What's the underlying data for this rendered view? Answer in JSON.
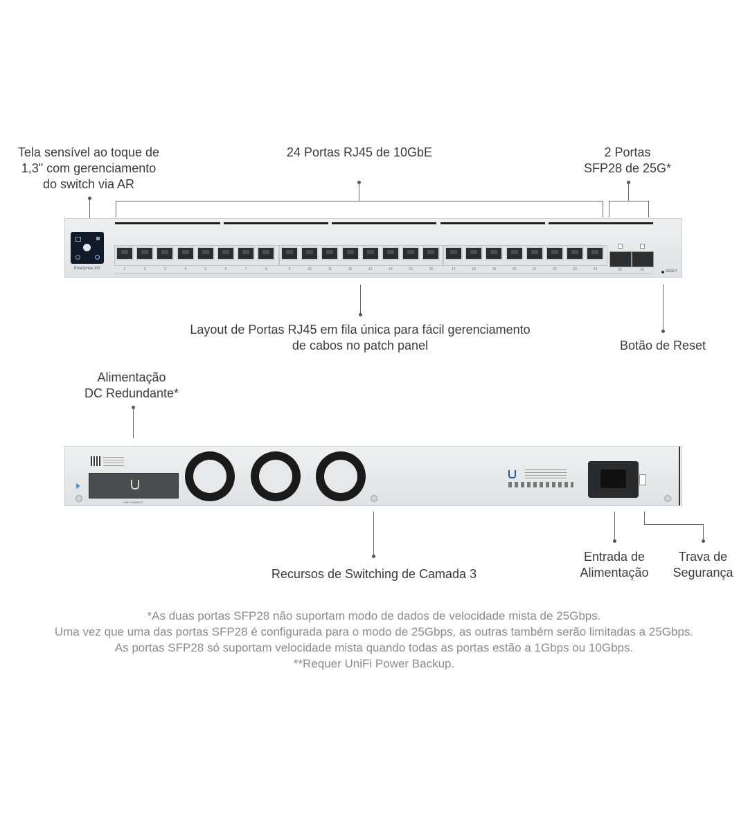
{
  "labels": {
    "touchscreen": [
      "Tela sensível ao toque de",
      "1,3\" com gerenciamento",
      "do switch via AR"
    ],
    "rj45_ports": "24 Portas RJ45 de 10GbE",
    "sfp_ports": [
      "2 Portas",
      "SFP28 de 25G*"
    ],
    "layout": [
      "Layout  de Portas RJ45 em fila única para fácil gerenciamento",
      "de cabos no patch panel"
    ],
    "reset": "Botão de Reset",
    "dc_power": [
      "Alimentação",
      "DC Redundante*"
    ],
    "layer3": "Recursos de Switching de Camada 3",
    "power_input": [
      "Entrada de",
      "Alimentação"
    ],
    "security_lock": [
      "Trava de",
      "Segurança"
    ]
  },
  "device": {
    "front_model": "Enterprise XG",
    "reset_text": "RESET",
    "port_numbers": [
      "1",
      "2",
      "3",
      "4",
      "5",
      "6",
      "7",
      "8",
      "9",
      "10",
      "11",
      "12",
      "13",
      "14",
      "15",
      "16",
      "17",
      "18",
      "19",
      "20",
      "21",
      "22",
      "23",
      "24"
    ],
    "sfp_numbers": [
      "25",
      "26"
    ],
    "usp_connect": "USP CONNECT"
  },
  "footnotes": [
    "*As duas portas SFP28 não suportam modo de dados de velocidade mista de 25Gbps.",
    "Uma vez que uma das portas SFP28 é configurada para o modo de 25Gbps, as outras também serão limitadas a 25Gbps.",
    "As portas SFP28 só suportam velocidade mista quando todas as portas estão a 1Gbps ou 10Gbps.",
    "**Requer UniFi Power Backup."
  ]
}
